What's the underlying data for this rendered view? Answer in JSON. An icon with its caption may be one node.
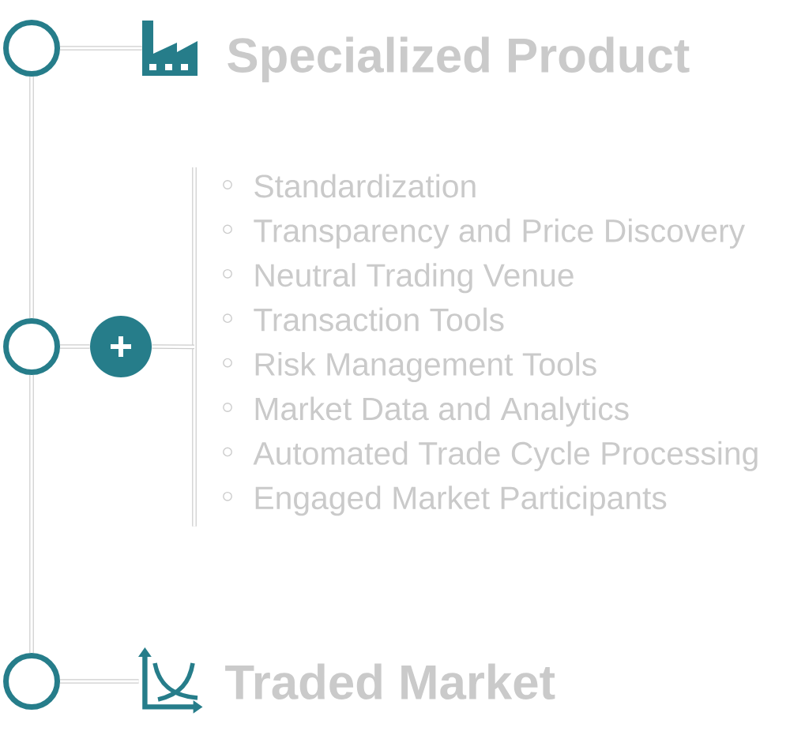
{
  "diagram": {
    "nodes": [
      {
        "text": [],
        "shape": "circle"
      },
      {
        "text": [],
        "shape": "picture",
        "beside": [
          "Specialized Product"
        ]
      },
      {
        "text": [],
        "shape": "circle"
      },
      {
        "text": [],
        "shape": "circle"
      },
      {
        "text": [
          "Standardization",
          "Transparency and Price Discovery",
          "Neutral Trading Venue",
          "Transaction Tools",
          "Risk Management Tools",
          "Market Data and Analytics",
          "Automated Trade Cycle Processing",
          "Engaged Market Participants"
        ]
      },
      {
        "text": [],
        "shape": "circle"
      },
      {
        "text": [],
        "shape": "picture",
        "beside": [
          "Traded Market"
        ]
      }
    ],
    "edges": [
      {
        "from": 0,
        "to": 1,
        "arrow": "none"
      },
      {
        "from": 0,
        "to": 2,
        "arrow": "none"
      },
      {
        "from": 2,
        "to": 3,
        "arrow": "none"
      },
      {
        "from": 3,
        "to": 4,
        "arrow": "none"
      },
      {
        "from": 2,
        "to": 5,
        "arrow": "none"
      },
      {
        "from": 5,
        "to": 6,
        "arrow": "none"
      }
    ]
  }
}
